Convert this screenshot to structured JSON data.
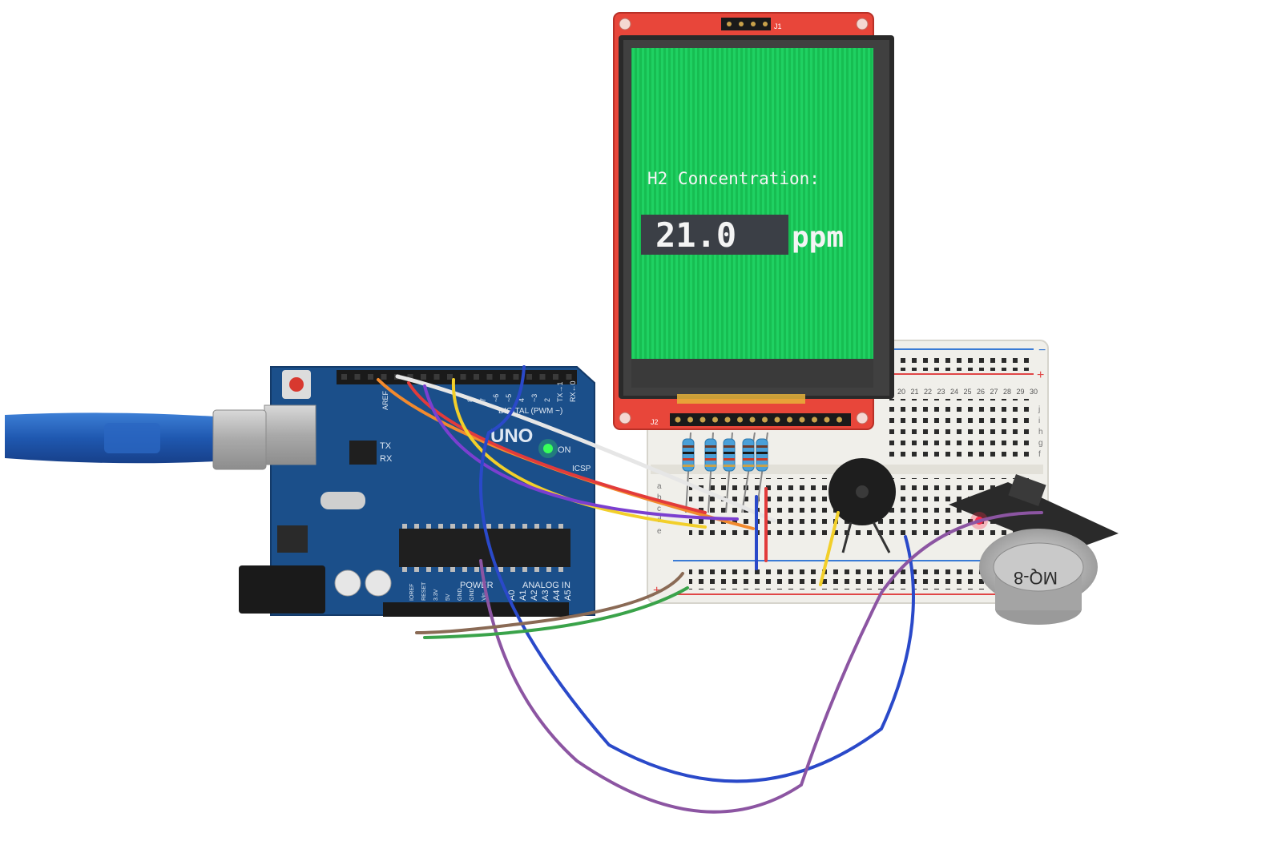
{
  "display": {
    "label": "H2 Concentration:",
    "value": "21.0",
    "unit": "ppm",
    "screen_color": "#19c95a",
    "value_box_color": "#3b3f46",
    "text_color": "#f4f4f4"
  },
  "tft_module": {
    "header_label": "J1",
    "bottom_header_label": "J2",
    "pcb_color": "#e8463a"
  },
  "arduino": {
    "board_name": "UNO",
    "board_color": "#1b4f8a",
    "on_label": "ON",
    "tx_label": "TX",
    "rx_label": "RX",
    "icsp_label": "ICSP",
    "aref_label": "AREF",
    "digital_label": "DIGITAL (PWM ~)",
    "power_label": "POWER",
    "analog_label": "ANALOG IN",
    "analog_pins": [
      "A0",
      "A1",
      "A2",
      "A3",
      "A4",
      "A5"
    ],
    "power_pins": [
      "IOREF",
      "RESET",
      "3.3V",
      "5V",
      "GND",
      "GND",
      "Vin"
    ],
    "digital_pins": [
      "8",
      "7",
      "~6",
      "~5",
      "4",
      "~3",
      "2",
      "TX→1",
      "RX←0"
    ],
    "led_color": "#39ff5a"
  },
  "breadboard": {
    "minus_label": "−",
    "plus_label": "+",
    "column_numbers": [
      "20",
      "21",
      "22",
      "23",
      "24",
      "25",
      "26",
      "27",
      "28",
      "29",
      "30"
    ],
    "row_letters_top": [
      "f",
      "g",
      "h",
      "i",
      "j"
    ],
    "row_letters_bottom": [
      "a",
      "b",
      "c",
      "d",
      "e"
    ]
  },
  "sensor": {
    "label": "MQ-8",
    "led_color": "#ff2a4a"
  },
  "wire_colors": {
    "blue": "#2a49c9",
    "purple": "#8c55a2",
    "orange": "#f28a2e",
    "red": "#e23b3b",
    "yellow": "#f2cf2a",
    "white": "#e6e6e6",
    "green": "#3aa34a",
    "brown": "#8a6a55",
    "violet": "#7b3fd0"
  }
}
